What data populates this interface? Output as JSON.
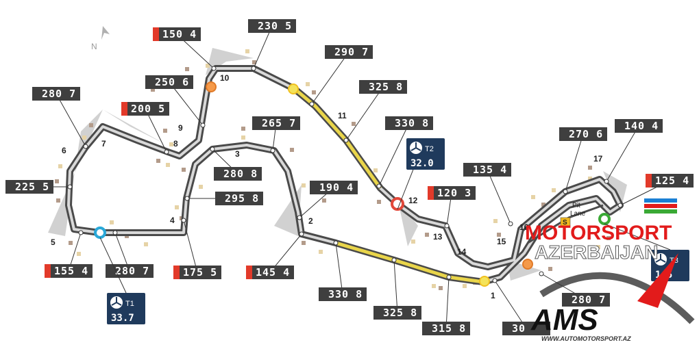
{
  "compass": {
    "label": "N"
  },
  "speed_boxes": [
    {
      "id": "sb-10a",
      "value": "150 4",
      "brake": true
    },
    {
      "id": "sb-10b",
      "value": "230 5",
      "brake": false
    },
    {
      "id": "sb-11a",
      "value": "290 7",
      "brake": false
    },
    {
      "id": "sb-9",
      "value": "250 6",
      "brake": false
    },
    {
      "id": "sb-6",
      "value": "280 7",
      "brake": false
    },
    {
      "id": "sb-8",
      "value": "200 5",
      "brake": true
    },
    {
      "id": "sb-11b",
      "value": "325 8",
      "brake": false
    },
    {
      "id": "sb-3a",
      "value": "265 7",
      "brake": false
    },
    {
      "id": "sb-12",
      "value": "330 8",
      "brake": false
    },
    {
      "id": "sb-3b",
      "value": "280 8",
      "brake": false
    },
    {
      "id": "sb-5a",
      "value": "225 5",
      "brake": false
    },
    {
      "id": "sb-15",
      "value": "135 4",
      "brake": false
    },
    {
      "id": "sb-16",
      "value": "270 6",
      "brake": false
    },
    {
      "id": "sb-17",
      "value": "140 4",
      "brake": false
    },
    {
      "id": "sb-2a",
      "value": "190 4",
      "brake": false
    },
    {
      "id": "sb-14",
      "value": "120 3",
      "brake": true
    },
    {
      "id": "sb-18",
      "value": "125 4",
      "brake": true
    },
    {
      "id": "sb-4a",
      "value": "295 8",
      "brake": false
    },
    {
      "id": "sb-5b",
      "value": "155 4",
      "brake": true
    },
    {
      "id": "sb-5c",
      "value": "280 7",
      "brake": false
    },
    {
      "id": "sb-4b",
      "value": "175 5",
      "brake": true
    },
    {
      "id": "sb-2b",
      "value": "145 4",
      "brake": true
    },
    {
      "id": "sb-1a",
      "value": "330 8",
      "brake": false
    },
    {
      "id": "sb-1b",
      "value": "325 8",
      "brake": false
    },
    {
      "id": "sb-1c",
      "value": "315 8",
      "brake": false
    },
    {
      "id": "sb-1d",
      "value": "30",
      "brake": false
    },
    {
      "id": "sb-20",
      "value": "280 7",
      "brake": false
    }
  ],
  "corners": [
    "1",
    "2",
    "3",
    "4",
    "5",
    "6",
    "7",
    "8",
    "9",
    "10",
    "11",
    "12",
    "13",
    "14",
    "15",
    "16",
    "17"
  ],
  "sectors": [
    {
      "name": "T1",
      "value": "33.7"
    },
    {
      "name": "T2",
      "value": "32.0"
    },
    {
      "name": "T3",
      "value": "1.5"
    }
  ],
  "pit": {
    "line1": "Pit",
    "line2": "Lane",
    "badge": "S"
  },
  "watermark": {
    "brand_top": "MOTORSPORT",
    "brand_bottom": "AZERBAIJAN",
    "logo": "AMS",
    "url": "WWW.AUTOMOTORSPORT.AZ"
  },
  "colors": {
    "track": "#4a4a4a",
    "track_inner": "#d9d9d9",
    "drs": "#e9d54a",
    "runoff": "#c9c9c9",
    "box": "#3f3f3f",
    "brake": "#e23a2a",
    "sector_bg": "#1f3a5c",
    "brand_red": "#e21b1b",
    "brand_blue": "#1a7fd4",
    "brand_green": "#3aa935"
  }
}
